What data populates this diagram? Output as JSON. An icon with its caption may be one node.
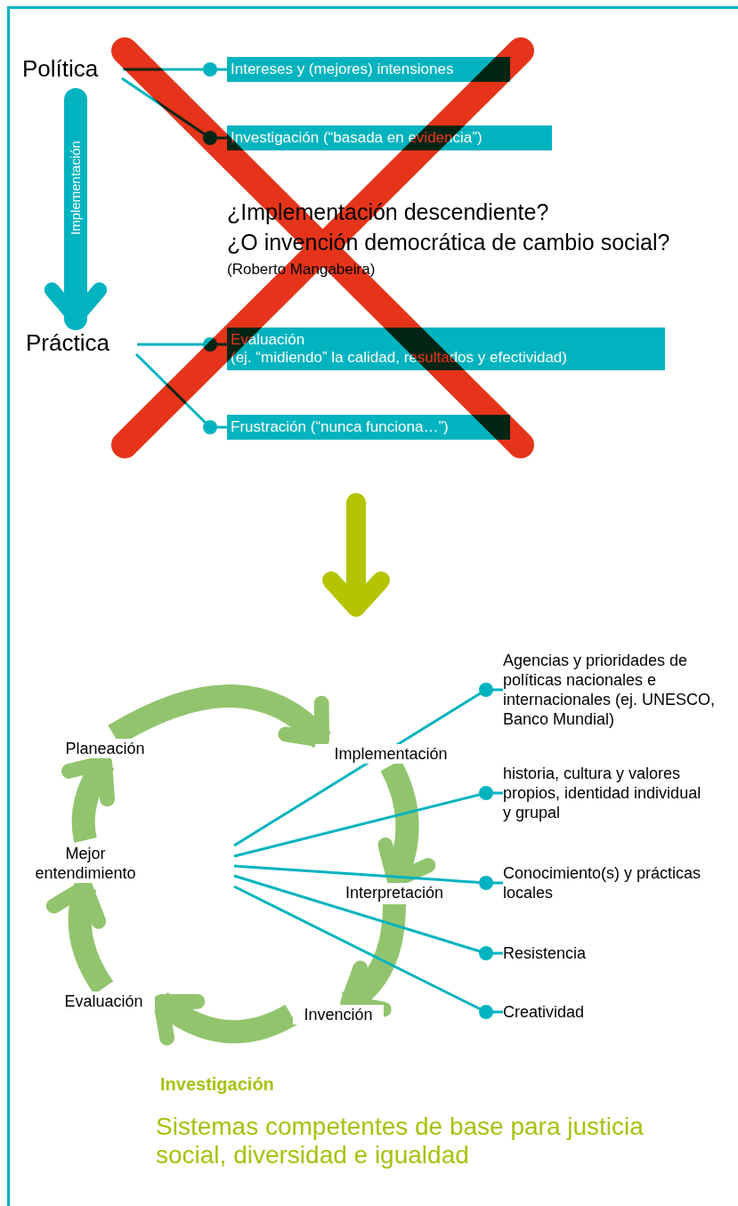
{
  "diagram": {
    "nodes": [
      {
        "text": [
          "Política"
        ]
      },
      {
        "text": [
          "Práctica"
        ]
      },
      {
        "text": [
          "Intereses y (mejores) intensiones"
        ]
      },
      {
        "text": [
          "Investigación (“basada en evidencia”)"
        ]
      },
      {
        "text": [
          "Evaluación",
          "(ej. “midiendo” la calidad, resultados y efectividad)"
        ]
      },
      {
        "text": [
          "Frustración (“nunca funciona…”)"
        ]
      },
      {
        "text": [
          "Planeación"
        ]
      },
      {
        "text": [
          "Implementación"
        ]
      },
      {
        "text": [
          "Interpretación"
        ]
      },
      {
        "text": [
          "Invención"
        ]
      },
      {
        "text": [
          "Evaluación"
        ]
      },
      {
        "text": [
          "Mejor entendimiento"
        ]
      },
      {
        "text": [
          "Agencias y prioridades de políticas nacionales e internacionales (ej. UNESCO, Banco Mundial)"
        ]
      },
      {
        "text": [
          "historia, cultura y valores propios, identidad individual y grupal"
        ]
      },
      {
        "text": [
          "Conocimiento(s) y prácticas locales"
        ]
      },
      {
        "text": [
          "Resistencia"
        ]
      },
      {
        "text": [
          "Creatividad"
        ]
      }
    ],
    "edges": [
      {
        "from": 0,
        "to": 2,
        "arrow": "other"
      },
      {
        "from": 0,
        "to": 3,
        "arrow": "other"
      },
      {
        "from": 1,
        "to": 4,
        "arrow": "other"
      },
      {
        "from": 1,
        "to": 5,
        "arrow": "other"
      },
      {
        "from": 0,
        "to": 1,
        "arrow": "to",
        "style": "thick",
        "label": "Implementación"
      },
      {
        "from": 6,
        "to": 7,
        "arrow": "to",
        "style": "thick",
        "color": "#92c46e"
      },
      {
        "from": 7,
        "to": 8,
        "arrow": "to",
        "style": "thick",
        "color": "#92c46e"
      },
      {
        "from": 8,
        "to": 9,
        "arrow": "to",
        "style": "thick",
        "color": "#92c46e"
      },
      {
        "from": 9,
        "to": 10,
        "arrow": "to",
        "style": "thick",
        "color": "#92c46e"
      },
      {
        "from": 10,
        "to": 11,
        "arrow": "to",
        "style": "thick",
        "color": "#92c46e"
      },
      {
        "from": 11,
        "to": 6,
        "arrow": "to",
        "style": "thick",
        "color": "#92c46e"
      },
      {
        "from": null,
        "to": 12,
        "arrow": "other"
      },
      {
        "from": null,
        "to": 13,
        "arrow": "other"
      },
      {
        "from": null,
        "to": 14,
        "arrow": "other"
      },
      {
        "from": null,
        "to": 15,
        "arrow": "other"
      },
      {
        "from": null,
        "to": 16,
        "arrow": "other"
      }
    ],
    "labels": [
      "¿Implementación descendiente?",
      "¿O invención democrática de cambio social?",
      "(Roberto Mangabeira)",
      "Investigación",
      "Sistemas competentes de base para justicia social, diversidad e igualdad"
    ]
  }
}
